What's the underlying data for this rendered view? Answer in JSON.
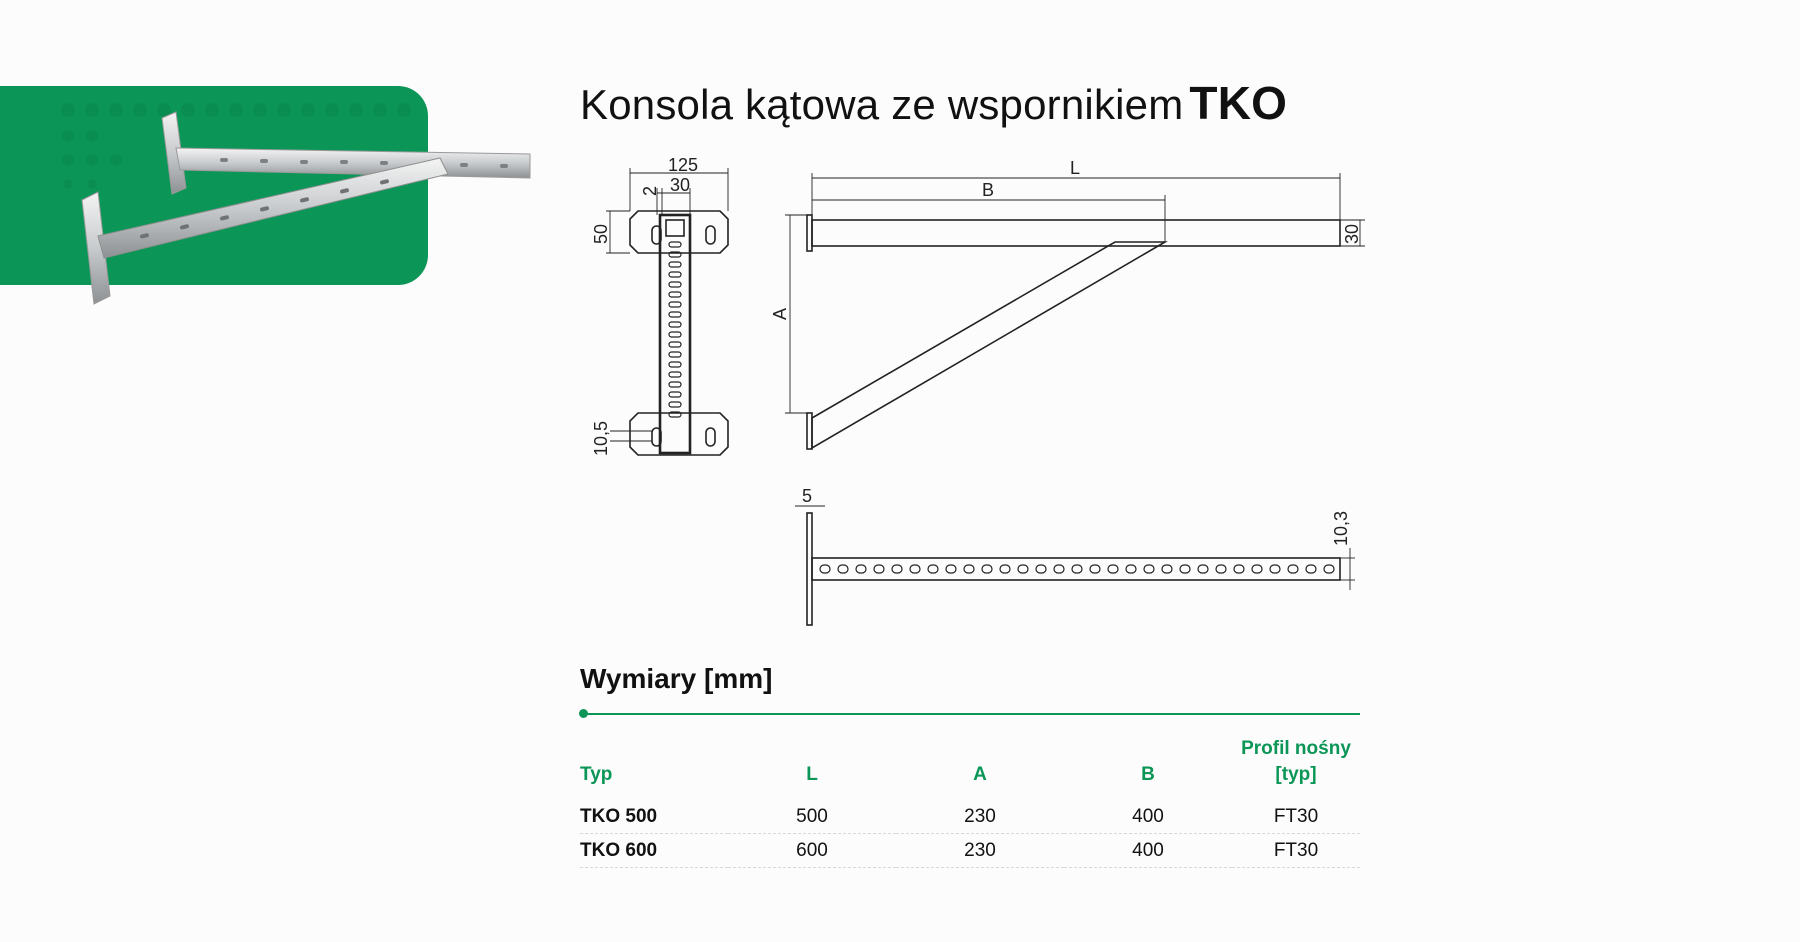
{
  "title": {
    "main": "Konsola kątowa ze wspornikiem",
    "bold": "TKO"
  },
  "drawing": {
    "front_view": {
      "width_label": "125",
      "gap_label": "2",
      "channel_label": "30",
      "height_label": "50",
      "hole_label": "10,5"
    },
    "side_view": {
      "length_label": "L",
      "b_label": "B",
      "a_label": "A",
      "profile_label": "30"
    },
    "bottom_view": {
      "plate_label": "5",
      "slot_label": "10,3"
    }
  },
  "dimensions": {
    "heading": "Wymiary [mm]",
    "columns": [
      "Typ",
      "L",
      "A",
      "B",
      "Profil nośny [typ]"
    ],
    "rows": [
      {
        "typ": "TKO 500",
        "L": "500",
        "A": "230",
        "B": "400",
        "profil": "FT30"
      },
      {
        "typ": "TKO 600",
        "L": "600",
        "A": "230",
        "B": "400",
        "profil": "FT30"
      }
    ]
  },
  "colors": {
    "accent": "#0b9657",
    "background": "#fcfcfc",
    "line": "#222222"
  }
}
